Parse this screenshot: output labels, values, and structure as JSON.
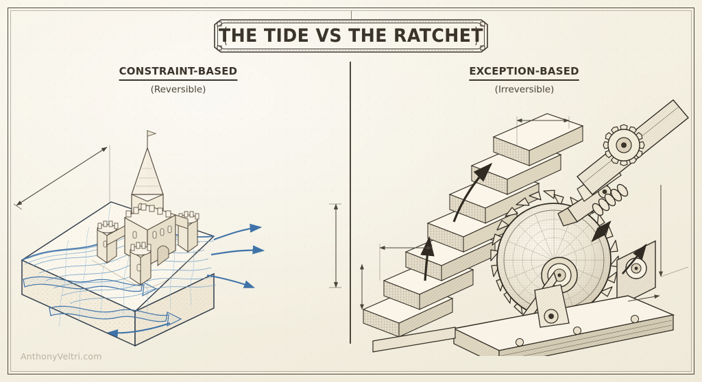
{
  "title": {
    "text": "THE TIDE VS THE RATCHET"
  },
  "panels": {
    "left": {
      "heading": "CONSTRAINT-BASED",
      "subheading": "(Reversible)",
      "illustration": "sandcastle-on-tidal-sand-block",
      "motif_labels": {
        "waves": "tide-waves",
        "castle": "sandcastle",
        "block": "sand-block",
        "arrows": "reversible-tide-arrows"
      }
    },
    "right": {
      "heading": "EXCEPTION-BASED",
      "subheading": "(Irreversible)",
      "illustration": "ratchet-and-staircase-mechanism",
      "motif_labels": {
        "stairs": "ascending-staircase",
        "ratchet": "ratchet-wheel",
        "pawl": "pawl-arm",
        "spring": "coil-spring",
        "pinion": "pinion-gear",
        "base": "machine-base",
        "arrows": "one-way-ascent-arrows"
      }
    }
  },
  "divider": {
    "label": "center-divider"
  },
  "watermark": {
    "text": "AnthonyVeltri.com"
  },
  "colors": {
    "paper": "#f4f0e2",
    "ink": "#3b352b",
    "ink_light": "#6b6456",
    "water_blue": "#3f73a8",
    "water_blue_light": "#7aa8cf",
    "sand": "#efe8d6",
    "metal": "#5a5144",
    "watermark": "#b8b2a2"
  }
}
